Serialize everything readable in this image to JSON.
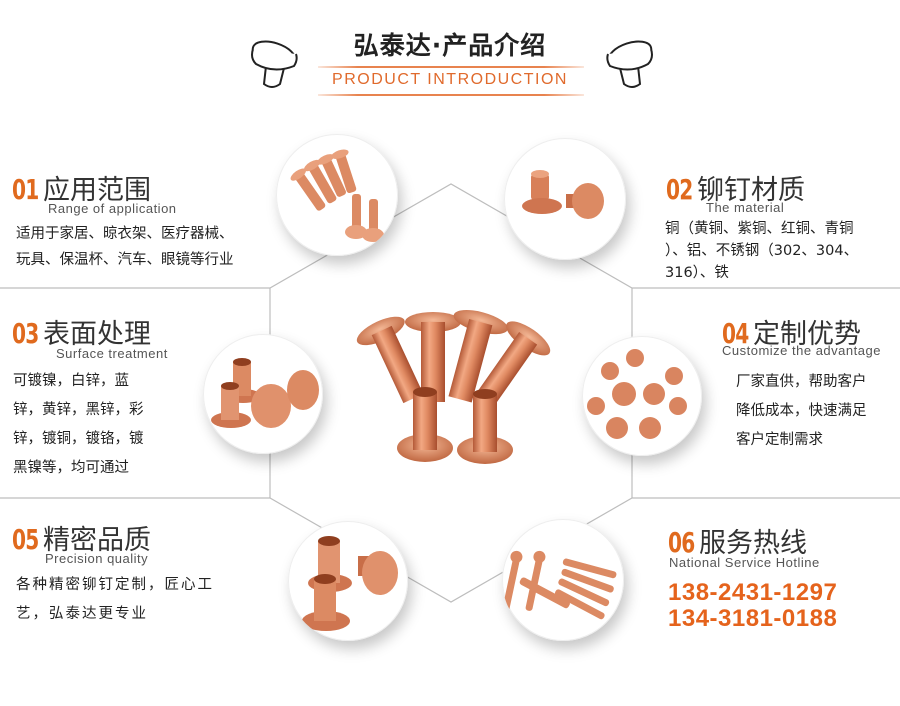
{
  "header": {
    "title": "弘泰达·产品介绍",
    "subtitle": "PRODUCT INTRODUCTION",
    "accent_color": "#e8834f",
    "left_icon": "rivet-outline-icon",
    "right_icon": "rivet-outline-icon"
  },
  "center_image": {
    "icon": "copper-rivets-group-image"
  },
  "sections": [
    {
      "number": "01",
      "title": "应用范围",
      "title_en": "Range of application",
      "body_lines": [
        "适用于家居、晾衣架、医疗器械、",
        "玩具、保温杯、汽车、眼镜等行业"
      ],
      "image": "copper-tubular-rivets-image"
    },
    {
      "number": "02",
      "title": "铆钉材质",
      "title_en": "The material",
      "body_lines": [
        "铜（黄铜、紫铜、红铜、青铜",
        "）、铝、不锈钢（302、304、",
        "316）、铁"
      ],
      "image": "copper-round-head-rivets-image"
    },
    {
      "number": "03",
      "title": "表面处理",
      "title_en": "Surface treatment",
      "body_lines": [
        "可镀镍，白锌，蓝",
        "锌，黄锌，黑锌，彩",
        "锌，镀铜，镀铬，镀",
        "黑镍等，均可通过"
      ],
      "image": "copper-flat-head-rivets-image"
    },
    {
      "number": "04",
      "title": "定制优势",
      "title_en": "Customize the advantage",
      "body_lines": [
        "厂家直供，帮助客户",
        "降低成本，快速满足",
        "客户定制需求"
      ],
      "image": "copper-step-rivets-image"
    },
    {
      "number": "05",
      "title": "精密品质",
      "title_en": "Precision quality",
      "body_lines": [
        "各种精密铆钉定制，匠心工",
        "艺，弘泰达更专业"
      ],
      "image": "copper-hollow-rivets-image"
    },
    {
      "number": "06",
      "title": "服务热线",
      "title_en": "National Service Hotline",
      "phones": [
        "138-2431-1297",
        "134-3181-0188"
      ],
      "image": "copper-solid-rivets-image"
    }
  ],
  "colors": {
    "accent": "#e06a1e",
    "phone": "#e5631c",
    "line": "#bdbdbd",
    "copper": "#d9825a"
  }
}
